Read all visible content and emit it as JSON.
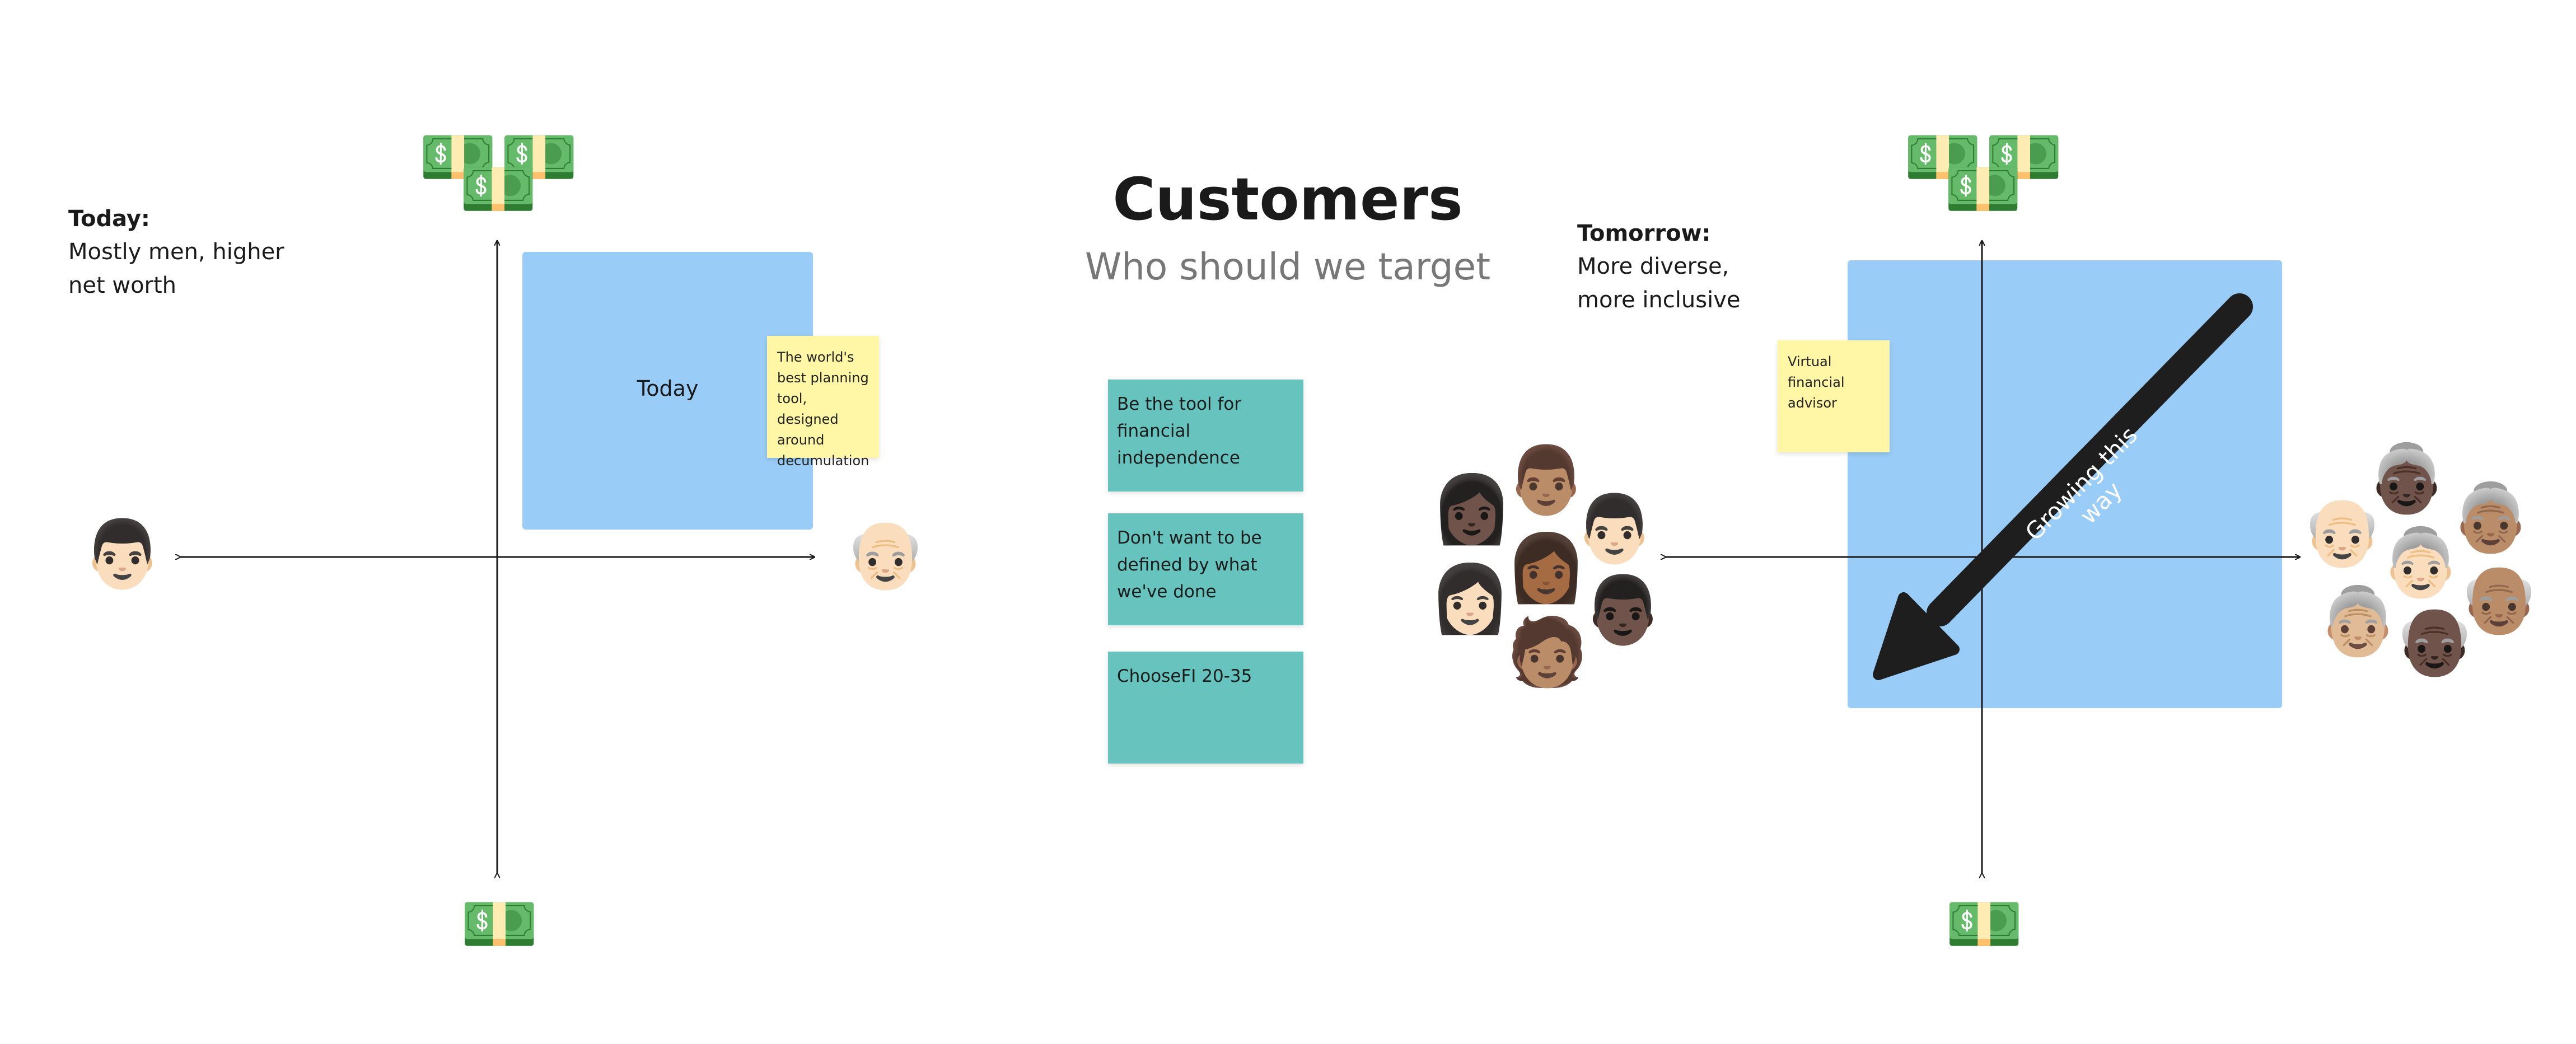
{
  "title": "Customers",
  "subtitle": "Who should we target",
  "today_note": {
    "heading": "Today:",
    "line1": "Mostly men, higher",
    "line2": "net worth"
  },
  "tomorrow_note": {
    "heading": "Tomorrow:",
    "line1": "More diverse,",
    "line2": "more inclusive"
  },
  "left_quadrant_label": "Today",
  "sticky_today": [
    "The world's",
    "best planning",
    "tool, designed",
    "around",
    "decumulation"
  ],
  "sticky_tomorrow": [
    "Virtual",
    "financial",
    "advisor"
  ],
  "teal_notes": [
    [
      "Be the tool for",
      "financial",
      "independence"
    ],
    [
      "Don't want to be",
      "defined by what",
      "we've done"
    ],
    [
      "ChooseFI 20-35"
    ]
  ],
  "arrow_label": "Growing this way",
  "emoji": {
    "money": "💵",
    "man_left": "👨🏻",
    "old_man_left": "👴🏻",
    "young_group": [
      "👩🏿",
      "👨🏽",
      "👨🏻",
      "👩🏾",
      "👩🏻",
      "👨🏿",
      "🧑🏽"
    ],
    "old_group": [
      "👵🏿",
      "👴🏻",
      "👵🏽",
      "👵🏻",
      "👴🏽",
      "👵🏼",
      "👴🏿"
    ]
  },
  "colors": {
    "quadrant_blue": "#99ccf6",
    "sticky_yellow": "#fff7a6",
    "sticky_teal": "#66c3bd",
    "arrow": "#1e1e1e",
    "subtitle_gray": "#777777"
  }
}
